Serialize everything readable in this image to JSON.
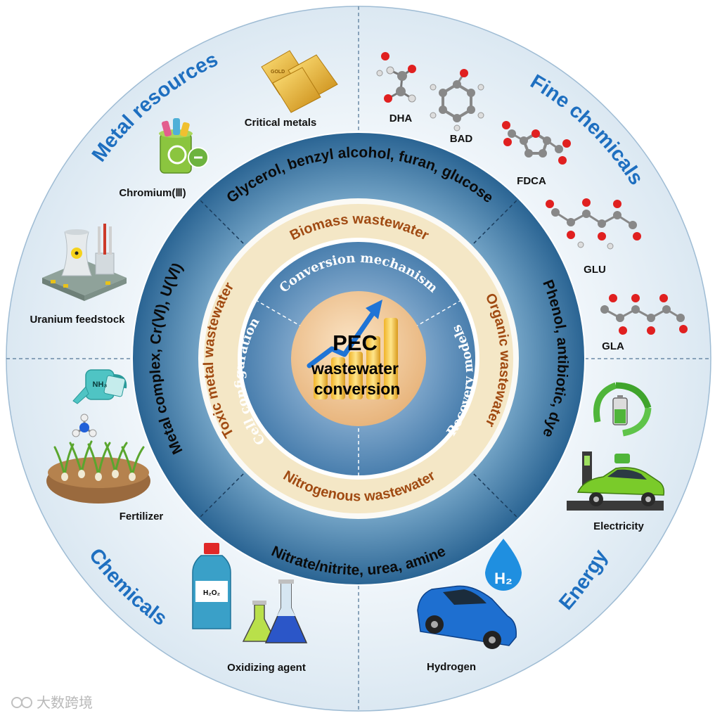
{
  "center": {
    "line1": "PEC",
    "line2": "wastewater",
    "line3": "conversion"
  },
  "mechanisms": {
    "top": "Conversion mechanism",
    "left": "Cell configuration",
    "right": "Recovery models"
  },
  "wastewater_types": {
    "top": "Biomass wastewater",
    "right": "Organic wastewater",
    "bottom": "Nitrogenous wastewater",
    "left": "Toxic metal wastewater"
  },
  "pollutants": {
    "top": "Glycerol, benzyl alcohol, furan, glucose",
    "right": "Phenol, antibiotic, dye",
    "bottom": "Nitrate/nitrite, urea, amine",
    "left": "Metal complex, Cr(Ⅵ), U(Ⅵ)"
  },
  "sectors": {
    "metal_resources": "Metal resources",
    "fine_chemicals": "Fine chemicals",
    "chemicals": "Chemicals",
    "energy": "Energy"
  },
  "products": {
    "critical_metals": "Critical metals",
    "chromium": "Chromium(Ⅲ)",
    "uranium": "Uranium feedstock",
    "dha": "DHA",
    "bad": "BAD",
    "fdca": "FDCA",
    "glu": "GLU",
    "gla": "GLA",
    "fertilizer": "Fertilizer",
    "oxidizing_agent": "Oxidizing agent",
    "electricity": "Electricity",
    "hydrogen": "Hydrogen"
  },
  "icon_text": {
    "nh3": "NH₃",
    "h2o2": "H₂O₂",
    "h2": "H₂",
    "gold_bar": "GOLD"
  },
  "watermark": "大数跨境",
  "colors": {
    "sector_text": "#1e6fc0",
    "ring_text": "#a04a12",
    "band_outer": "#2a6493",
    "band_inner": "#86b4d3",
    "cream_ring": "#f4e7c6"
  }
}
